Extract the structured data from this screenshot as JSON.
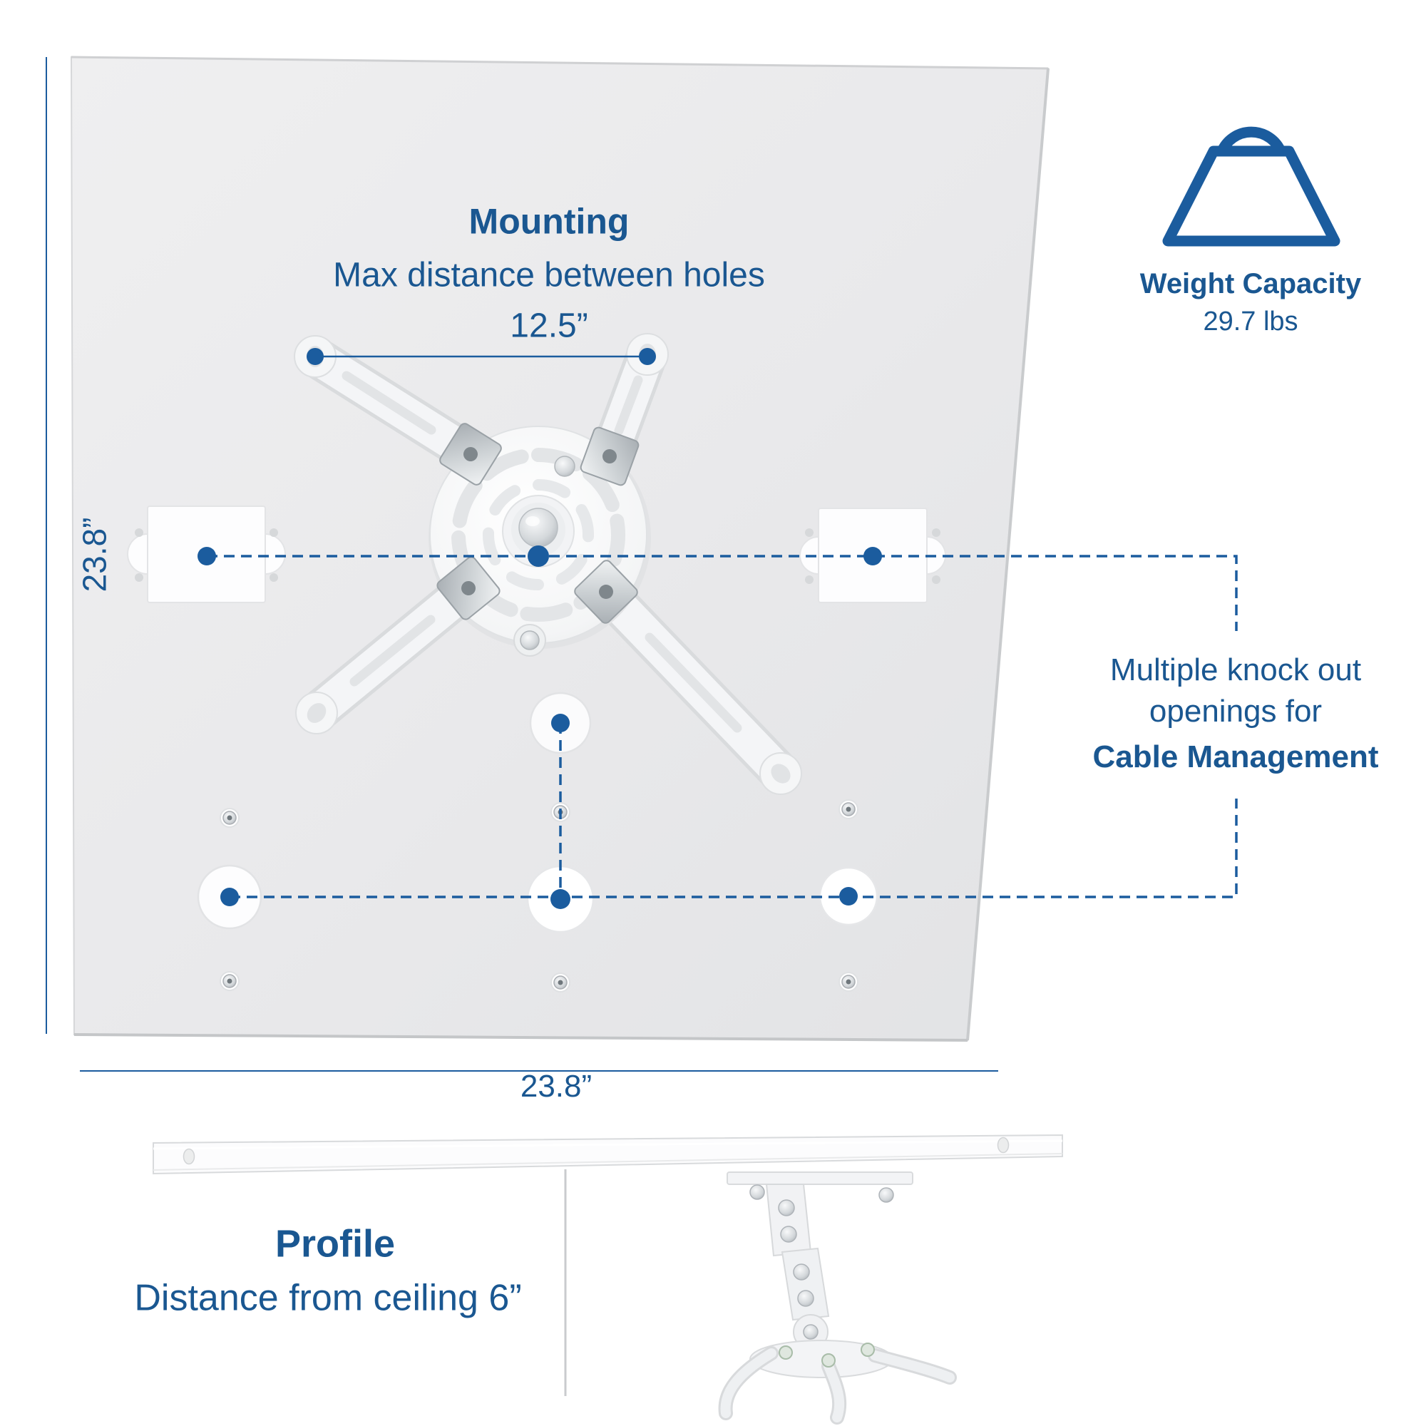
{
  "colors": {
    "accent_text": "#1a5791",
    "accent_line": "#1b5c9e"
  },
  "mounting": {
    "title": "Mounting",
    "subtitle": "Max distance between holes",
    "hole_distance": "12.5”"
  },
  "weight_capacity": {
    "label": "Weight Capacity",
    "value": "29.7 lbs"
  },
  "cable_management": {
    "line1": "Multiple knock out",
    "line2": "openings for",
    "line3": "Cable Management"
  },
  "plate_dimensions": {
    "height": "23.8”",
    "width": "23.8”"
  },
  "profile": {
    "title": "Profile",
    "subtitle": "Distance from ceiling 6”"
  }
}
